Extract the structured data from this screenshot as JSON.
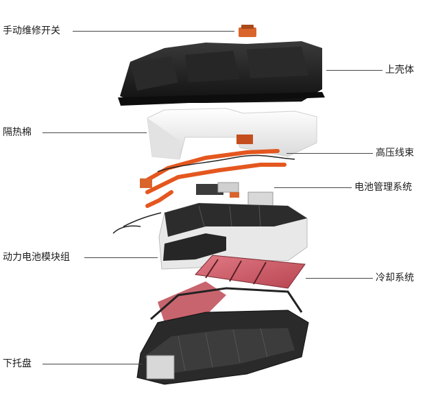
{
  "diagram": {
    "labels": {
      "manual_service_switch": "手动维修开关",
      "upper_housing": "上壳体",
      "insulation_cotton": "隔热棉",
      "high_voltage_harness": "高压线束",
      "bms": "电池管理系统",
      "battery_modules": "动力电池模块组",
      "cooling_system": "冷却系统",
      "lower_tray": "下托盘"
    },
    "colors": {
      "housing": "#1e1e1e",
      "insulation": "#f2f2f2",
      "harness": "#e4571f",
      "cell_top": "#2c2c2c",
      "cell_side": "#e8e8e8",
      "cooling_plate": "#d9606c",
      "tray": "#2a2a2a",
      "leader_line": "#444444"
    }
  }
}
